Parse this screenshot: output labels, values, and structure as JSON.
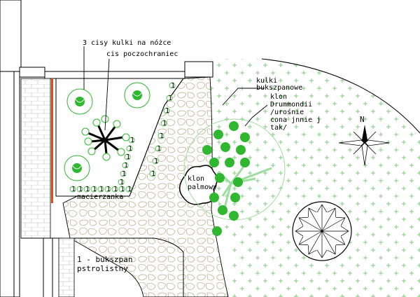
{
  "labels": {
    "cisy": "3 cisy kulki na nóżce",
    "cis_poczochraniec": "cis poczochraniec",
    "kulki_1": "kulki",
    "kulki_2": "bukszpanowe",
    "klon_1": "klon",
    "klon_2": "Drummondii",
    "klon_3": "/urośnie",
    "klon_4": "cona jnnie j",
    "klon_5": "tak/",
    "klon_palmowy_1": "klon",
    "klon_palmowy_2": "palmowy",
    "macierzanka": "macierzanka",
    "legend_1": "1 - bukszpan",
    "legend_2": "pstrolistny"
  },
  "markers": {
    "boxwood_numeral": "1",
    "compass_n": "N"
  },
  "colors": {
    "plant_green": "#2fb82f",
    "lawn_green": "#7fcc7f",
    "brick": "#cc5522",
    "line": "#000000"
  }
}
